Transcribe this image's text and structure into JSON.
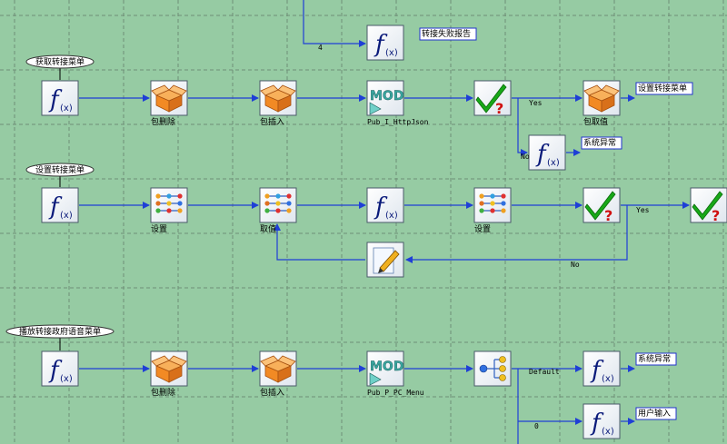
{
  "flows": [
    {
      "id": "top",
      "nodes": [
        {
          "kind": "function",
          "name": "function-node-transfer-fail-report",
          "label": "转接失败报告",
          "label_style": "box"
        }
      ],
      "edge_labels": [
        {
          "text": "4"
        }
      ]
    },
    {
      "id": "get-menu",
      "title": "获取转接菜单",
      "nodes": [
        {
          "kind": "function",
          "name": "function-node-get-start",
          "label": ""
        },
        {
          "kind": "package",
          "name": "package-node-delete",
          "label": "包删除"
        },
        {
          "kind": "package",
          "name": "package-node-insert",
          "label": "包插入"
        },
        {
          "kind": "module",
          "name": "module-node-pub-i-httpjson",
          "label": "Pub_I_HttpJson"
        },
        {
          "kind": "check",
          "name": "check-node-get",
          "label": ""
        },
        {
          "kind": "package",
          "name": "package-node-get-value",
          "label": "包取值"
        },
        {
          "kind": "function",
          "name": "function-node-set-menu",
          "label": "设置转接菜单",
          "label_style": "box"
        },
        {
          "kind": "function",
          "name": "function-node-system-error-1",
          "label": "系统异常",
          "label_style": "box"
        }
      ],
      "edge_labels": [
        {
          "text": "Yes"
        },
        {
          "text": "No"
        }
      ]
    },
    {
      "id": "set-menu",
      "title": "设置转接菜单",
      "nodes": [
        {
          "kind": "function",
          "name": "function-node-set-start",
          "label": ""
        },
        {
          "kind": "variable",
          "name": "variable-node-set-1",
          "label": "设置"
        },
        {
          "kind": "variable",
          "name": "variable-node-get",
          "label": "取值"
        },
        {
          "kind": "function",
          "name": "function-node-set-middle",
          "label": ""
        },
        {
          "kind": "variable",
          "name": "variable-node-set-2",
          "label": "设置"
        },
        {
          "kind": "check",
          "name": "check-node-set-1",
          "label": ""
        },
        {
          "kind": "check",
          "name": "check-node-set-2",
          "label": ""
        },
        {
          "kind": "edit",
          "name": "edit-node-loop",
          "label": ""
        }
      ],
      "edge_labels": [
        {
          "text": "Yes"
        },
        {
          "text": "No"
        }
      ]
    },
    {
      "id": "play-menu",
      "title": "播放转接政府语音菜单",
      "nodes": [
        {
          "kind": "function",
          "name": "function-node-play-start",
          "label": ""
        },
        {
          "kind": "package",
          "name": "package-node-play-delete",
          "label": "包删除"
        },
        {
          "kind": "package",
          "name": "package-node-play-insert",
          "label": "包插入"
        },
        {
          "kind": "module",
          "name": "module-node-pub-p-pc-menu",
          "label": "Pub_P_PC_Menu"
        },
        {
          "kind": "branch",
          "name": "branch-node-switch",
          "label": ""
        },
        {
          "kind": "function",
          "name": "function-node-system-error-2",
          "label": "系统异常",
          "label_style": "box"
        },
        {
          "kind": "function",
          "name": "function-node-user-input",
          "label": "用户输入",
          "label_style": "box"
        }
      ],
      "edge_labels": [
        {
          "text": "Default"
        },
        {
          "text": "0"
        }
      ]
    }
  ],
  "colors": {
    "background": "#96cba3",
    "grid": "#6f8f77",
    "edge": "#1f3fd6",
    "node_border": "#4a5a6a",
    "node_fill": "#ffffff",
    "label_box_border": "#2233cc",
    "bubble_fill": "#ffffff",
    "check_green": "#18a818",
    "question_red": "#d01010",
    "package_orange": "#f28a24",
    "module_teal": "#3aa6a0"
  }
}
